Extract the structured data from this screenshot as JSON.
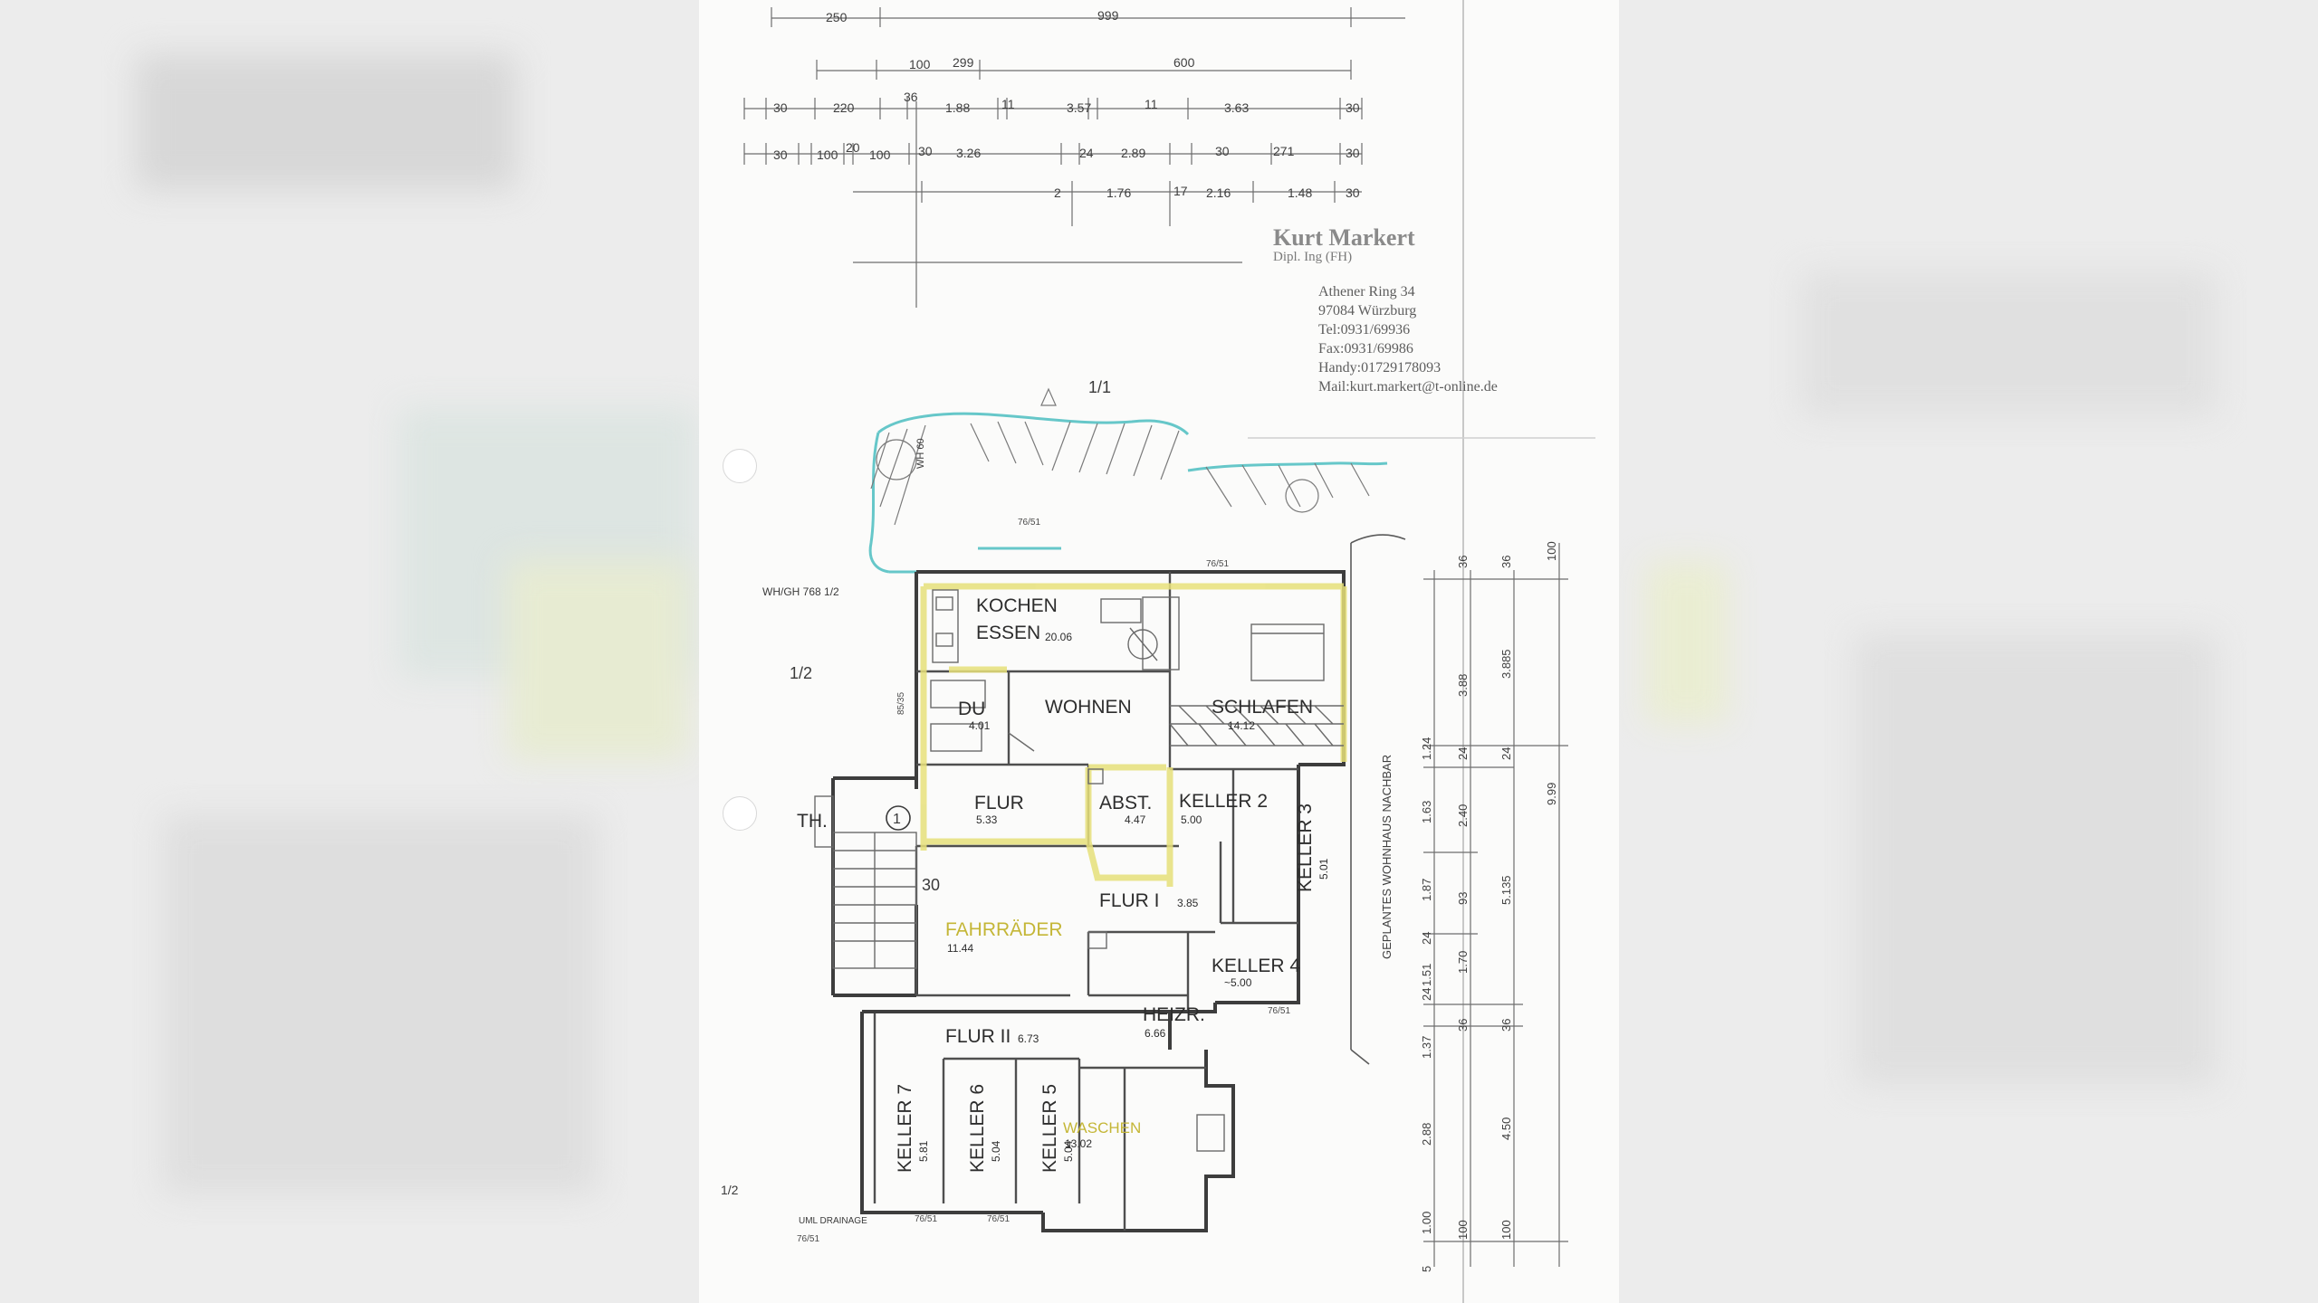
{
  "architect": {
    "name": "Kurt Markert",
    "title": "Dipl. Ing (FH)",
    "street": "Athener Ring 34",
    "city": "97084 Würzburg",
    "tel": "Tel:0931/69936",
    "fax": "Fax:0931/69986",
    "mobile": "Handy:01729178093",
    "mail": "Mail:kurt.markert@t-online.de"
  },
  "rooms": {
    "kochen": {
      "name": "KOCHEN",
      "name2": "ESSEN",
      "area": "20.06"
    },
    "wohnen": {
      "name": "WOHNEN"
    },
    "schlafen": {
      "name": "SCHLAFEN",
      "area": "14.12"
    },
    "du": {
      "name": "DU",
      "area": "4.01"
    },
    "flur": {
      "name": "FLUR",
      "area": "5.33"
    },
    "abst": {
      "name": "ABST.",
      "area": "4.47"
    },
    "keller2": {
      "name": "KELLER 2",
      "area": "5.00"
    },
    "keller3": {
      "name": "KELLER 3",
      "area": "5.01"
    },
    "flur1": {
      "name": "FLUR I",
      "area": "3.85"
    },
    "fahrraeder": {
      "name": "FAHRRÄDER",
      "area": "11.44"
    },
    "keller4": {
      "name": "KELLER 4",
      "area": "~5.00"
    },
    "heizr": {
      "name": "HEIZR.",
      "area": "6.66"
    },
    "flur2": {
      "name": "FLUR II",
      "area": "6.73"
    },
    "waschen": {
      "name": "WASCHEN",
      "area": "13.02"
    },
    "keller7": {
      "name": "KELLER 7",
      "area": "5.81"
    },
    "keller6": {
      "name": "KELLER 6",
      "area": "5.04"
    },
    "keller5": {
      "name": "KELLER 5",
      "area": "5.04"
    },
    "th": {
      "name": "TH."
    }
  },
  "labels": {
    "ratio_top": "1/1",
    "ratio_left": "1/2",
    "ratio_bottom": "1/2",
    "marker": "1",
    "wh_gh": "WH/GH 768 1/2",
    "neighbor": "GEPLANTES WOHNHAUS NACHBAR",
    "wh60": "WH 60",
    "stair30": "30",
    "drainage": "UML DRAINAGE"
  },
  "dimensions": {
    "top_row1": [
      "250",
      "999"
    ],
    "top_row2": [
      "100",
      "299",
      "600"
    ],
    "top_row3": [
      "30",
      "220",
      "36",
      "1.88",
      "11",
      "3.57",
      "11",
      "3.63",
      "30"
    ],
    "top_row4": [
      "30",
      "100",
      "20",
      "100",
      "30",
      "3.26",
      "24",
      "2.89",
      "30",
      "271",
      "30"
    ],
    "top_row5": [
      "2",
      "1.76",
      "17",
      "2.16",
      "1.48",
      "30"
    ],
    "right_col1": [
      "1.24",
      "1.63",
      "1.87",
      "24",
      "1.51",
      "24",
      "1.37",
      "2.88",
      "1.00",
      "5"
    ],
    "right_col2": [
      "36",
      "3.88",
      "24",
      "2.40",
      "93",
      "1.70",
      "36",
      "100"
    ],
    "right_col3": [
      "36",
      "3.885",
      "24",
      "5.135",
      "36",
      "4.50",
      "100"
    ],
    "right_col4": [
      "100",
      "9.99"
    ],
    "small": [
      "76/51",
      "76/51",
      "76/51",
      "76/51",
      "76/51",
      "85/35",
      "76/51"
    ]
  }
}
